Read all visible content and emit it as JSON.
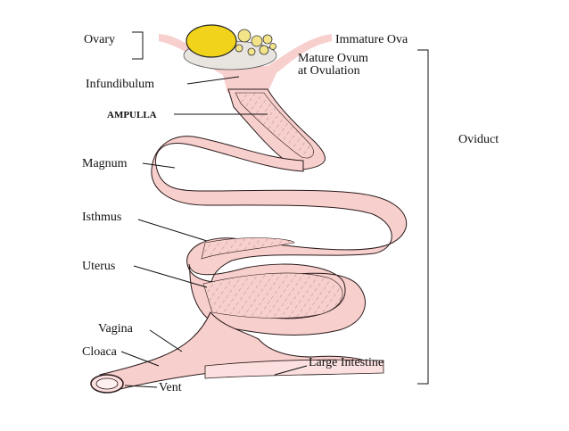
{
  "diagram": {
    "labels": {
      "ovary": "Ovary",
      "immature_ova": "Immature Ova",
      "mature_ovum_line1": "Mature Ovum",
      "mature_ovum_line2": "at Ovulation",
      "infundibulum": "Infundibulum",
      "ampulla": "AMPULLA",
      "magnum": "Magnum",
      "isthmus": "Isthmus",
      "uterus": "Uterus",
      "vagina": "Vagina",
      "cloaca": "Cloaca",
      "vent": "Vent",
      "large_intestine": "Large Intestine",
      "oviduct": "Oviduct"
    },
    "colors": {
      "tissue": "#f7cfcd",
      "tissue_light": "#fbe0df",
      "tissue_stroke": "#2a1a1a",
      "ovum_yolk": "#f0d31a",
      "ova_small": "#f3e48a",
      "line": "#111111"
    }
  }
}
